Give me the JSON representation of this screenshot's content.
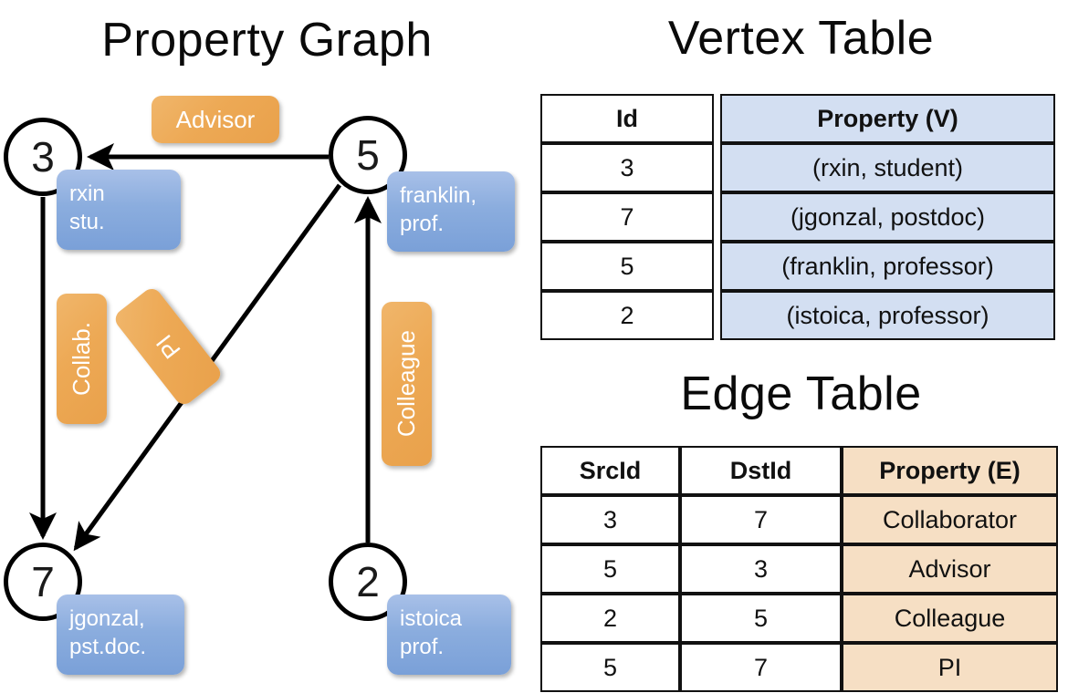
{
  "titles": {
    "property_graph": "Property Graph",
    "vertex_table": "Vertex Table",
    "edge_table": "Edge Table"
  },
  "graph": {
    "nodes": [
      {
        "id": "3",
        "label": "3"
      },
      {
        "id": "5",
        "label": "5"
      },
      {
        "id": "7",
        "label": "7"
      },
      {
        "id": "2",
        "label": "2"
      }
    ],
    "vertex_property_boxes": [
      {
        "for_node": "3",
        "line1": "rxin",
        "line2": "stu."
      },
      {
        "for_node": "5",
        "line1": "franklin,",
        "line2": "prof."
      },
      {
        "for_node": "7",
        "line1": "jgonzal,",
        "line2": "pst.doc."
      },
      {
        "for_node": "2",
        "line1": "istoica",
        "line2": "prof."
      }
    ],
    "edge_labels": [
      {
        "key": "advisor",
        "text": "Advisor"
      },
      {
        "key": "collab",
        "text": "Collab."
      },
      {
        "key": "pi",
        "text": "PI"
      },
      {
        "key": "colleague",
        "text": "Colleague"
      }
    ],
    "edges": [
      {
        "src": "5",
        "dst": "3",
        "label": "Advisor"
      },
      {
        "src": "3",
        "dst": "7",
        "label": "Collab."
      },
      {
        "src": "5",
        "dst": "7",
        "label": "PI"
      },
      {
        "src": "2",
        "dst": "5",
        "label": "Colleague"
      }
    ]
  },
  "vertex_table": {
    "headers": [
      "Id",
      "Property (V)"
    ],
    "rows": [
      {
        "id": "3",
        "property": "(rxin, student)"
      },
      {
        "id": "7",
        "property": "(jgonzal, postdoc)"
      },
      {
        "id": "5",
        "property": "(franklin, professor)"
      },
      {
        "id": "2",
        "property": "(istoica, professor)"
      }
    ]
  },
  "edge_table": {
    "headers": [
      "SrcId",
      "DstId",
      "Property (E)"
    ],
    "rows": [
      {
        "src": "3",
        "dst": "7",
        "property": "Collaborator"
      },
      {
        "src": "5",
        "dst": "3",
        "property": "Advisor"
      },
      {
        "src": "2",
        "dst": "5",
        "property": "Colleague"
      },
      {
        "src": "5",
        "dst": "7",
        "property": "PI"
      }
    ]
  },
  "colors": {
    "vertex_property_fill": "#d3dff2",
    "edge_property_fill": "#f6dfc4",
    "node_box_blue": "#8badde",
    "edge_label_orange": "#eda955",
    "stroke": "#111111"
  }
}
